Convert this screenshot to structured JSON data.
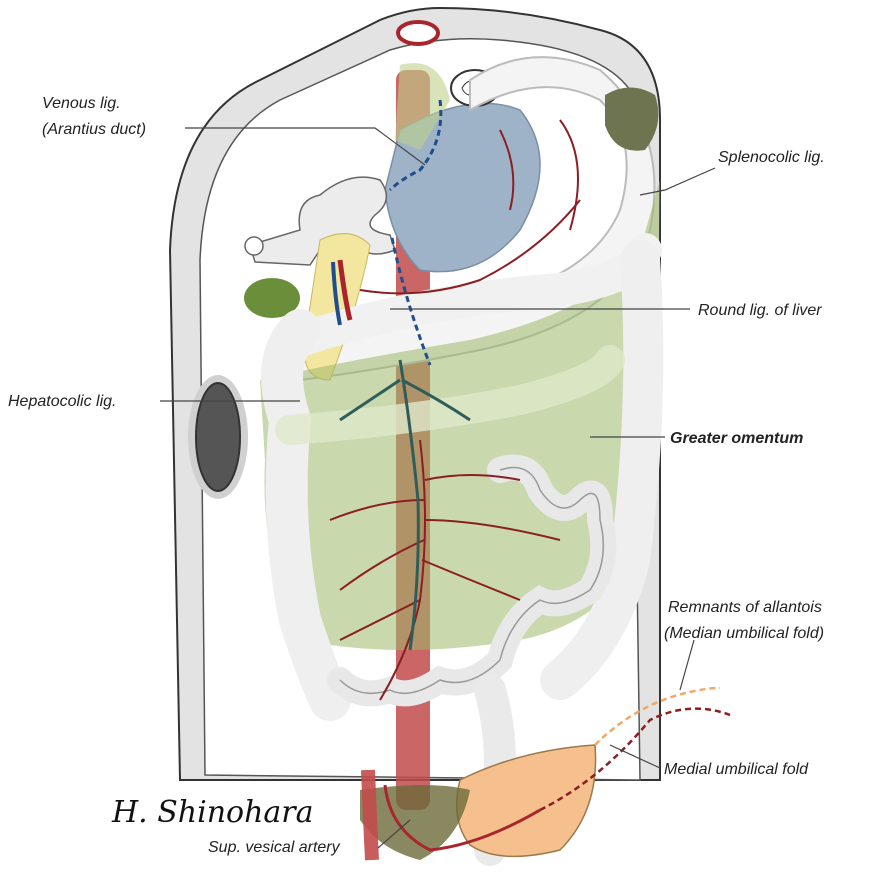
{
  "labels": {
    "venous_lig_line1": "Venous lig.",
    "venous_lig_line2": "(Arantius duct)",
    "splenocolic_lig": "Splenocolic lig.",
    "round_lig_liver": "Round lig. of liver",
    "hepatocolic_lig": "Hepatocolic lig.",
    "greater_omentum": "Greater omentum",
    "remnants_allantois_line1": "Remnants of allantois",
    "remnants_allantois_line2": "(Median umbilical fold)",
    "medial_umbilical_fold": "Medial umbilical fold",
    "sup_vesical_artery": "Sup. vesical artery"
  },
  "signature": "H. Shinohara",
  "colors": {
    "body_wall": "#e6e6e6",
    "omentum": "#9cb86a",
    "liver_blue": "#9fb3c8",
    "bladder": "#f6c08e",
    "artery": "#a8262b",
    "portal_vein": "#1f4e8c"
  }
}
